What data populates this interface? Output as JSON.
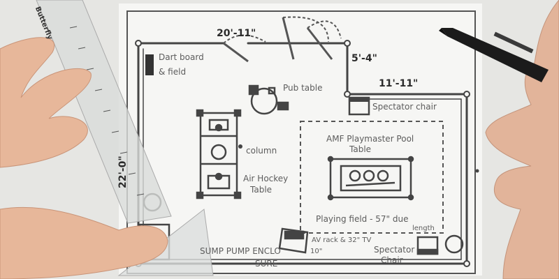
{
  "labels": {
    "dart_board": "Dart board",
    "dart_field": "& field",
    "pub_table": "Pub table",
    "spectator_chair_top": "Spectator chair",
    "column": "column",
    "air_hockey_1": "Air Hockey",
    "air_hockey_2": "Table",
    "pool_1": "AMF Playmaster Pool",
    "pool_2": "Table",
    "playing_field_1": "Playing field - 57\" due",
    "playing_field_2": "length",
    "sump_pump": "SUMP PUMP ENCLO",
    "sump_pump_2": "SURE",
    "av_rack": "AV rack & 32\" TV",
    "av_rack_2": "10\"",
    "spectator_bottom_1": "Spectator",
    "spectator_bottom_2": "Chair"
  },
  "dimensions": {
    "top_wall": "20'-11\"",
    "offset": "5'-4\"",
    "right_wall_top": "11'-11\"",
    "left_wall": "22'-0\""
  },
  "ruler_brand": "Butterfly"
}
